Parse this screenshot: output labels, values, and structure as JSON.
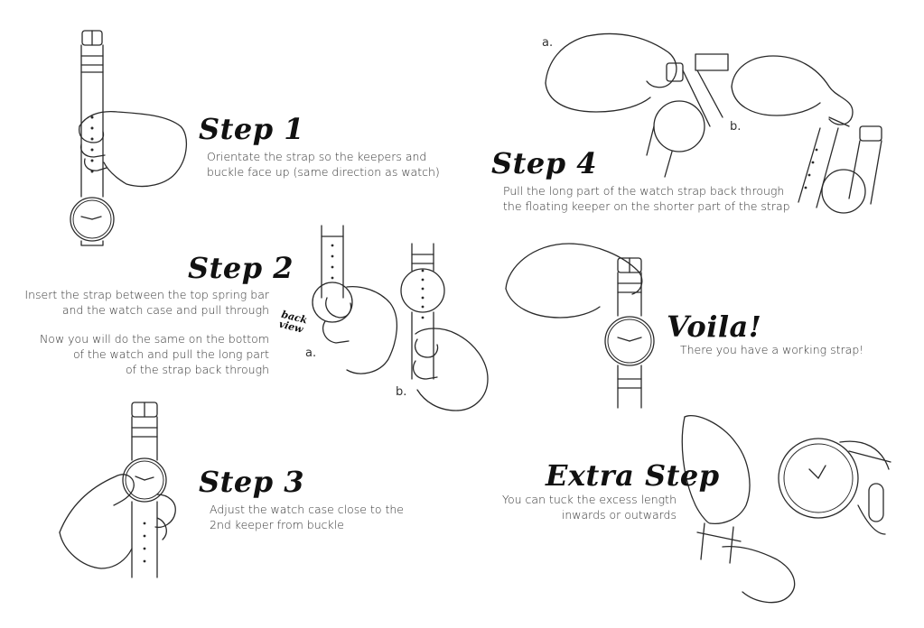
{
  "step1": {
    "title": "Step 1",
    "lines": [
      "Orientate the strap so the keepers and",
      "buckle face up (same direction as watch)"
    ]
  },
  "step2": {
    "title": "Step 2",
    "lines": [
      "Insert the strap between the top spring bar",
      "and the watch case and pull through"
    ],
    "lines2": [
      "Now you will do the same on the bottom",
      "of the watch and pull the long part",
      "of the strap back through"
    ],
    "label_a": "a.",
    "label_b": "b.",
    "back_view": [
      "back",
      "view"
    ]
  },
  "step3": {
    "title": "Step 3",
    "lines": [
      "Adjust the watch case close to the",
      "2nd keeper from buckle"
    ]
  },
  "step4": {
    "title": "Step 4",
    "lines": [
      "Pull the long part of the watch strap back through",
      "the floating keeper on the shorter part of the strap"
    ],
    "label_a": "a.",
    "label_b": "b."
  },
  "voila": {
    "title": "Voila!",
    "line": "There you have a working strap!"
  },
  "extra": {
    "title": "Extra Step",
    "lines": [
      "You can tuck the excess length",
      "inwards or outwards"
    ]
  }
}
